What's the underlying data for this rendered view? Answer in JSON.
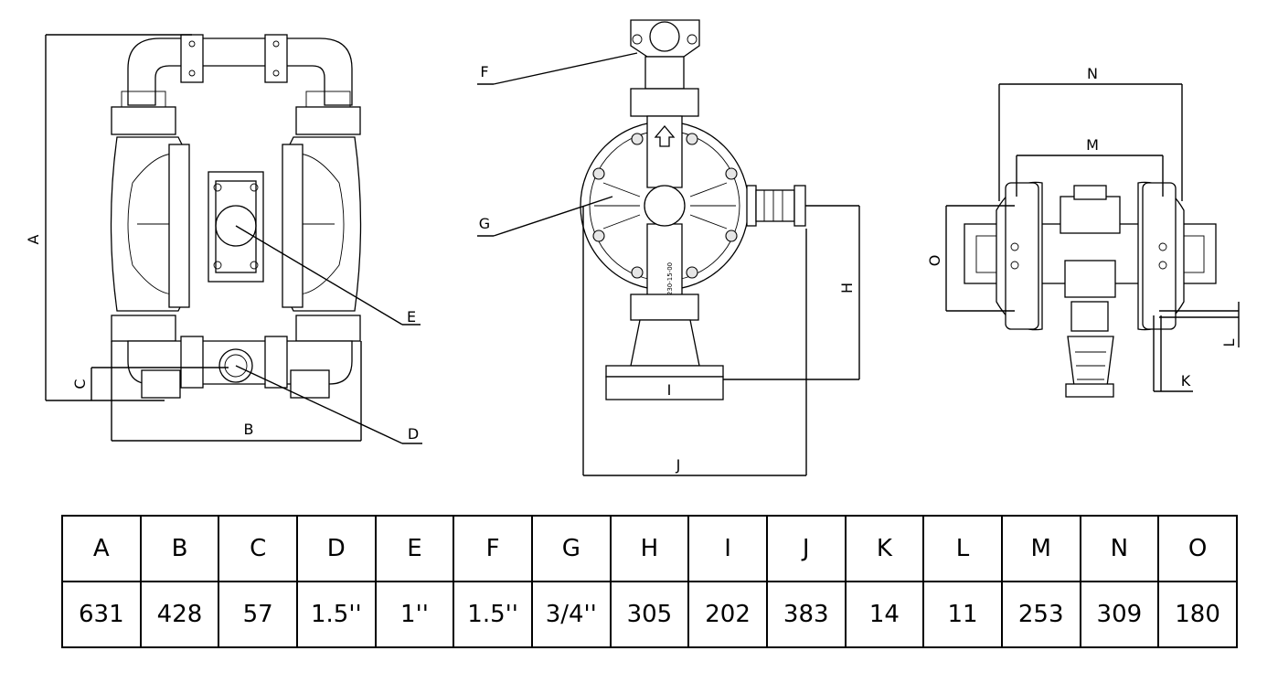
{
  "callouts": {
    "A": "A",
    "B": "B",
    "C": "C",
    "D": "D",
    "E": "E",
    "F": "F",
    "G": "G",
    "H": "H",
    "I": "I",
    "J": "J",
    "K": "K",
    "L": "L",
    "M": "M",
    "N": "N",
    "O": "O"
  },
  "pump_marking": "230-15-00",
  "table": {
    "headers": [
      "A",
      "B",
      "C",
      "D",
      "E",
      "F",
      "G",
      "H",
      "I",
      "J",
      "K",
      "L",
      "M",
      "N",
      "O"
    ],
    "values": [
      "631",
      "428",
      "57",
      "1.5''",
      "1''",
      "1.5''",
      "3/4''",
      "305",
      "202",
      "383",
      "14",
      "11",
      "253",
      "309",
      "180"
    ]
  }
}
